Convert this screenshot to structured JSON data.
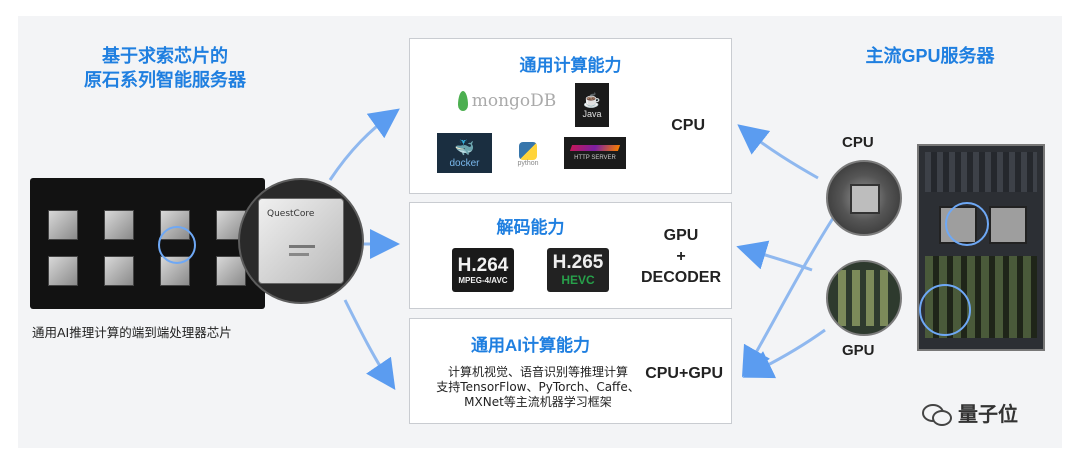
{
  "left": {
    "heading_line1": "基于求索芯片的",
    "heading_line2": "原石系列智能服务器",
    "board_caption": "通用AI推理计算的端到端处理器芯片",
    "chip_label": "QuestCore"
  },
  "right": {
    "heading": "主流GPU服务器",
    "cpu_label": "CPU",
    "gpu_label": "GPU"
  },
  "panels": [
    {
      "title": "通用计算能力",
      "side_label": "CPU",
      "logos": {
        "mongodb": "mongoDB",
        "java": "Java",
        "docker": "docker",
        "python": "python",
        "http": "HTTP SERVER"
      }
    },
    {
      "title": "解码能力",
      "side_line1": "GPU",
      "side_line2": "+",
      "side_line3": "DECODER",
      "logos": {
        "h264_main": "H.264",
        "h264_sub": "MPEG-4/AVC",
        "h265_main": "H.265",
        "h265_sub": "HEVC"
      }
    },
    {
      "title": "通用AI计算能力",
      "side_label": "CPU+GPU",
      "desc_line1": "计算机视觉、语音识别等推理计算",
      "desc_line2": "支持TensorFlow、PyTorch、Caffe、",
      "desc_line3": "MXNet等主流机器学习框架"
    }
  ],
  "watermark": "量子位",
  "colors": {
    "accent": "#1f7fe0",
    "arrow": "#8fb8ef",
    "panel_border": "#c9ccd1",
    "background": "#f3f4f6"
  }
}
